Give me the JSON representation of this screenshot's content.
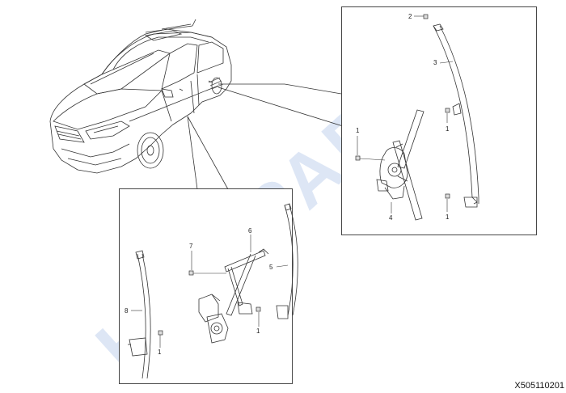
{
  "watermark": "HOT PARTS",
  "drawing_code": "X505110201",
  "callouts": {
    "right_panel": {
      "c1a": "1",
      "c1b": "1",
      "c1c": "1",
      "c2": "2",
      "c3": "3",
      "c4": "4"
    },
    "bottom_panel": {
      "c1a": "1",
      "c1b": "1",
      "c5": "5",
      "c6": "6",
      "c7": "7",
      "c8": "8"
    }
  }
}
